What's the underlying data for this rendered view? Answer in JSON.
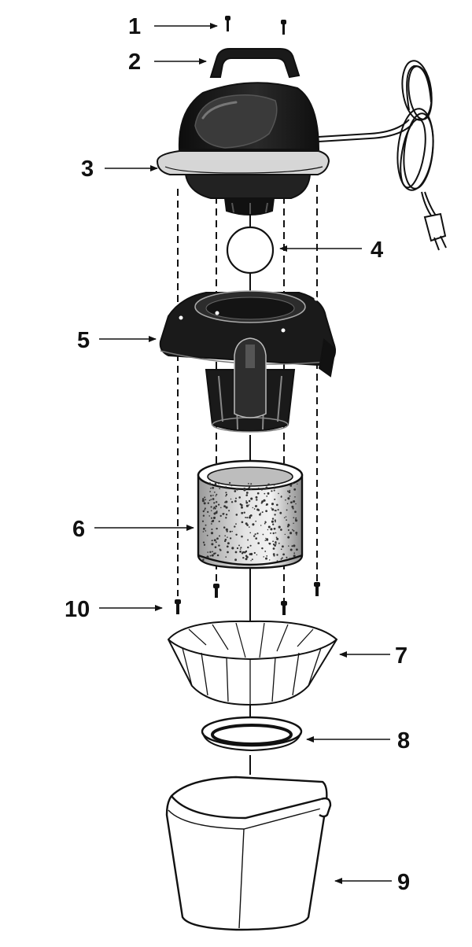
{
  "callouts": [
    {
      "id": "1",
      "label": "1"
    },
    {
      "id": "2",
      "label": "2"
    },
    {
      "id": "3",
      "label": "3"
    },
    {
      "id": "4",
      "label": "4"
    },
    {
      "id": "5",
      "label": "5"
    },
    {
      "id": "6",
      "label": "6"
    },
    {
      "id": "7",
      "label": "7"
    },
    {
      "id": "8",
      "label": "8"
    },
    {
      "id": "9",
      "label": "9"
    },
    {
      "id": "10",
      "label": "10"
    }
  ],
  "colors": {
    "ink": "#111111",
    "housing": "#1c1c1c",
    "band": "#d6d6d6",
    "filter_body": "#c9c9c9",
    "paper": "#ffffff"
  }
}
